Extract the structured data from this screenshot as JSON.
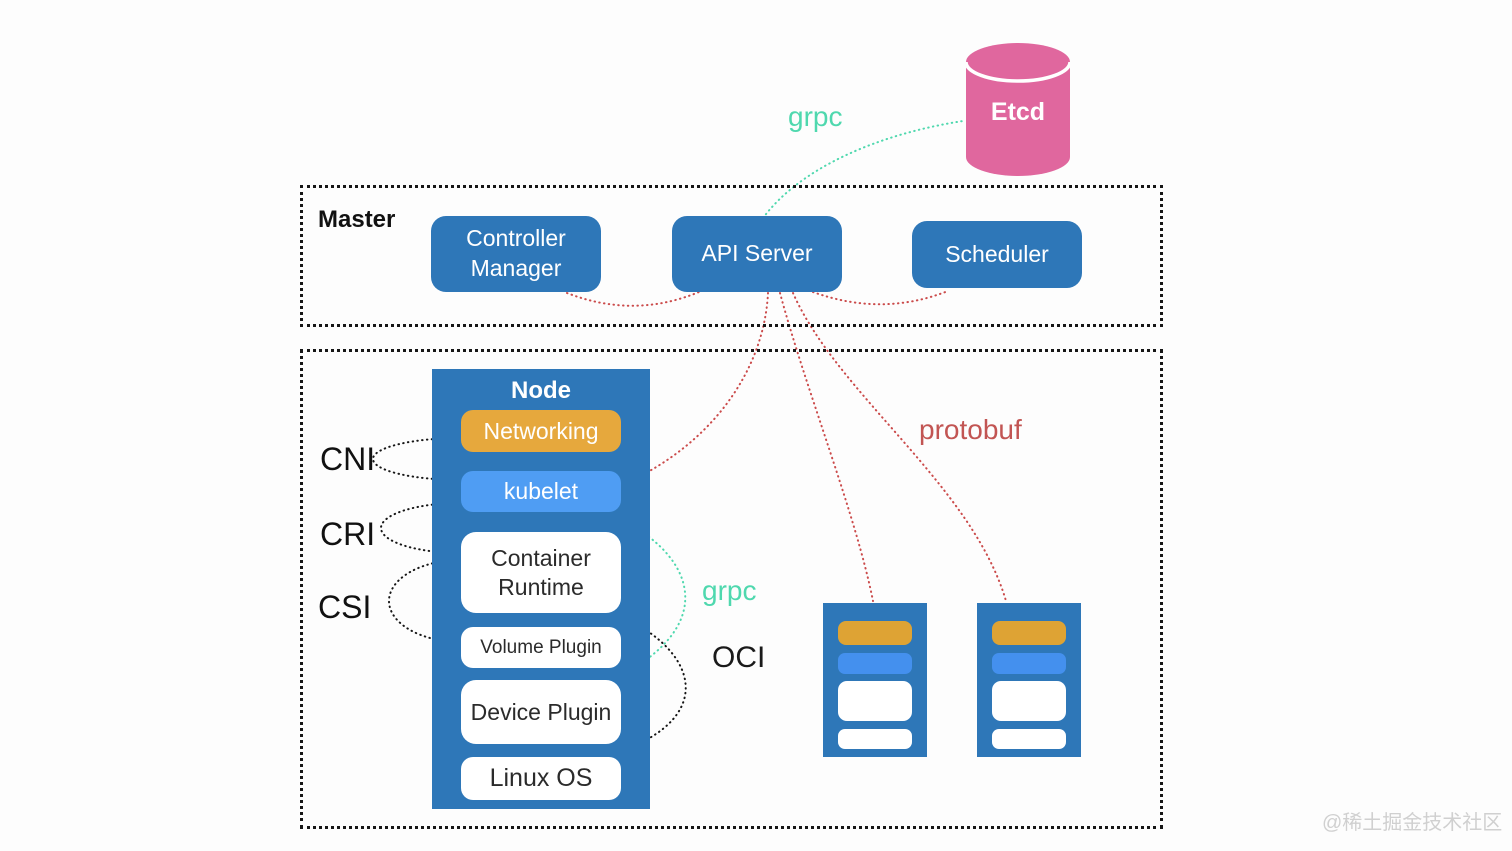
{
  "diagram": {
    "etcd": {
      "label": "Etcd"
    },
    "grpc_top_label": "grpc",
    "master": {
      "label": "Master",
      "controller_manager": "Controller Manager",
      "api_server": "API Server",
      "scheduler": "Scheduler"
    },
    "cluster": {
      "node": {
        "label": "Node",
        "networking": "Networking",
        "kubelet": "kubelet",
        "container_runtime": "Container Runtime",
        "volume_plugin": "Volume Plugin",
        "device_plugin": "Device Plugin",
        "linux_os": "Linux OS"
      },
      "interfaces": {
        "cni": "CNI",
        "cri": "CRI",
        "csi": "CSI"
      },
      "grpc_label": "grpc",
      "oci_label": "OCI",
      "protobuf_label": "protobuf",
      "worker_nodes_count": 2
    },
    "watermark": "@稀土掘金技术社区",
    "colors": {
      "primary_blue": "#2e77b8",
      "light_blue": "#4f9df3",
      "orange": "#e6a83d",
      "pink": "#e0679e",
      "teal": "#4fd8ae",
      "red": "#c25553",
      "dotted_border": "#161616",
      "watermark_gray": "#d0d0d0"
    }
  }
}
